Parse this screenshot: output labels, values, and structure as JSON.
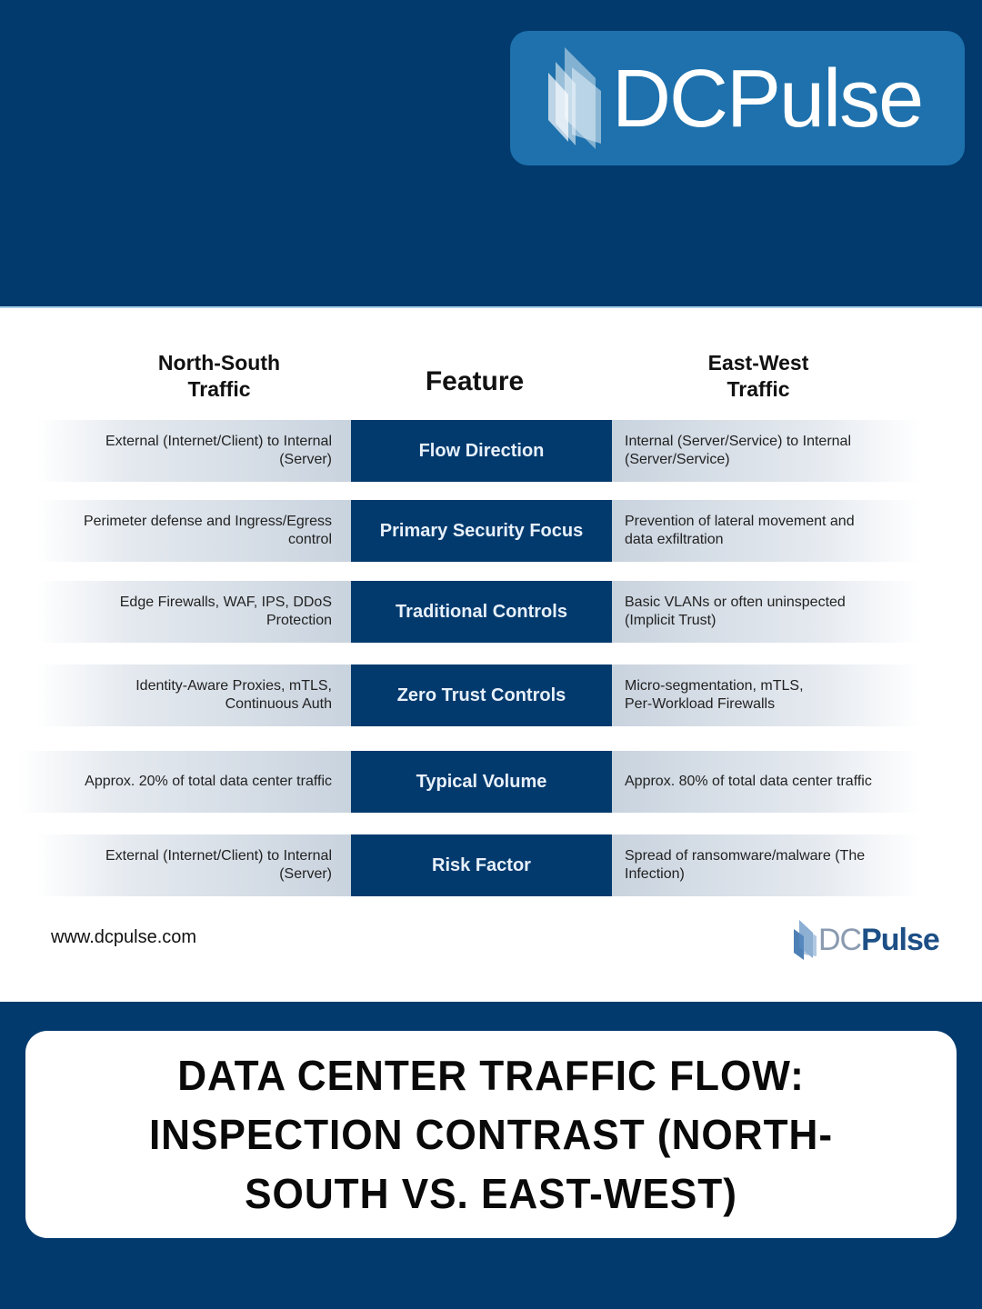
{
  "brand": {
    "logo_text": "DCPulse",
    "logo_dc": "DC",
    "logo_pulse": "Pulse",
    "website": "www.dcpulse.com",
    "colors": {
      "navy": "#023a6e",
      "logo_box": "#1e71ac",
      "cell_gradient_inner": "#c9d3de",
      "mini_logo_dc": "#8a9bb0",
      "mini_logo_pulse": "#1d4f86"
    }
  },
  "table": {
    "headers": {
      "north_south": "North-South Traffic",
      "north_south_line1": "North-South",
      "north_south_line2": "Traffic",
      "feature": "Feature",
      "east_west": "East-West Traffic",
      "east_west_line1": "East-West",
      "east_west_line2": "Traffic"
    },
    "rows": [
      {
        "feature": "Flow Direction",
        "north_south": "External (Internet/Client) to Internal (Server)",
        "east_west": "Internal (Server/Service) to Internal (Server/Service)"
      },
      {
        "feature": "Primary Security Focus",
        "north_south": "Perimeter defense and Ingress/Egress control",
        "east_west": "Prevention of lateral movement and data exfiltration"
      },
      {
        "feature": "Traditional Controls",
        "north_south": "Edge Firewalls, WAF, IPS, DDoS Protection",
        "east_west": "Basic VLANs or often uninspected (Implicit Trust)"
      },
      {
        "feature": "Zero Trust Controls",
        "north_south": "Identity-Aware Proxies, mTLS, Continuous Auth",
        "east_west": "Micro-segmentation, mTLS, Per-Workload Firewalls"
      },
      {
        "feature": "Typical Volume",
        "north_south": "Approx. 20% of total data center traffic",
        "east_west": "Approx. 80% of total data center traffic"
      },
      {
        "feature": "Risk Factor",
        "north_south": "External (Internet/Client) to Internal (Server)",
        "east_west": "Spread of ransomware/malware (The Infection)"
      }
    ]
  },
  "title": {
    "text": "DATA CENTER TRAFFIC FLOW: INSPECTION CONTRAST (NORTH-SOUTH VS. EAST-WEST)"
  }
}
